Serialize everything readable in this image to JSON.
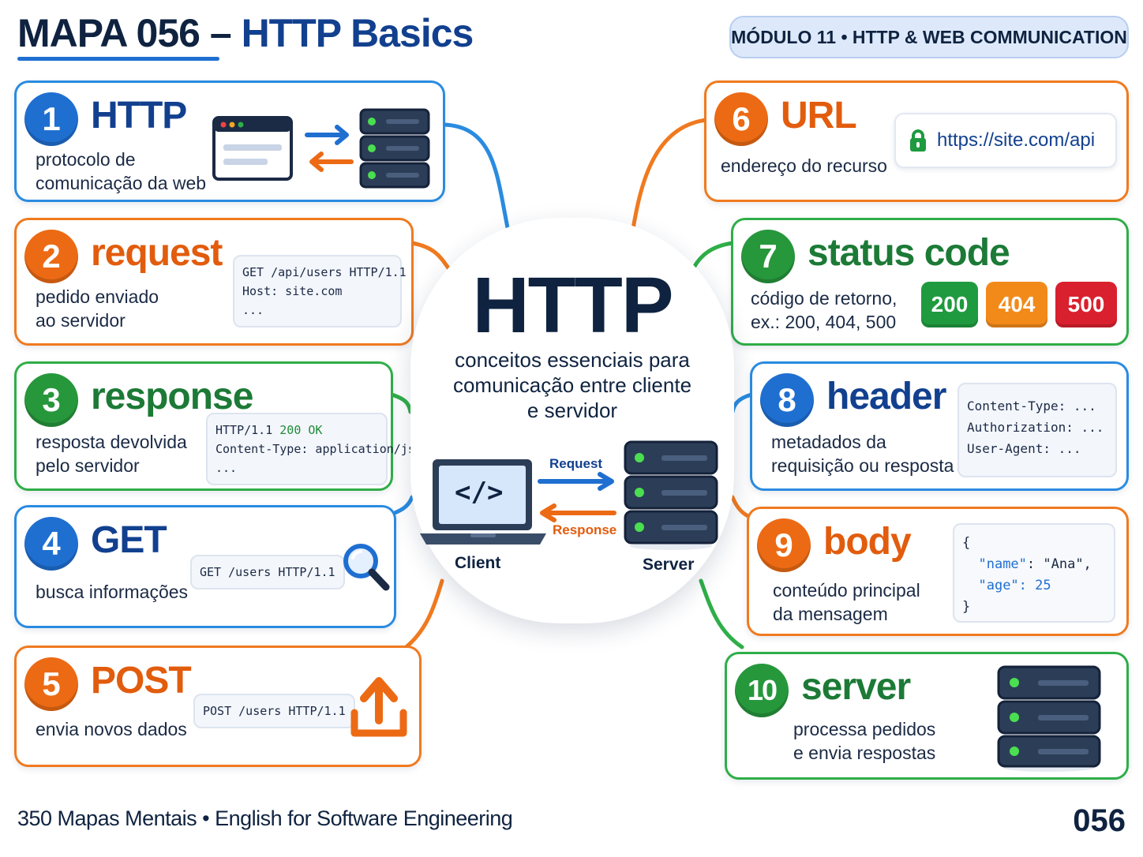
{
  "header": {
    "title_prefix": "MAPA 056 –",
    "title_main": "HTTP Basics",
    "module": "MÓDULO 11 • HTTP & WEB COMMUNICATION"
  },
  "center": {
    "title": "HTTP",
    "subtitle": "conceitos essenciais para\ncomunicação entre cliente\ne servidor",
    "client_label": "Client",
    "server_label": "Server",
    "request_label": "Request",
    "response_label": "Response",
    "code_glyph": "</>"
  },
  "cards": {
    "c1": {
      "number": "1",
      "title": "HTTP",
      "desc": "protocolo de\ncomunicação da web"
    },
    "c2": {
      "number": "2",
      "title": "request",
      "desc": "pedido enviado\nao servidor",
      "code": [
        "GET /api/users HTTP/1.1",
        "Host: site.com",
        "..."
      ]
    },
    "c3": {
      "number": "3",
      "title": "response",
      "desc": "resposta devolvida\npelo servidor",
      "code_prefix": "HTTP/1.1 ",
      "code_status": "200 OK",
      "code": [
        "Content-Type: application/json",
        "..."
      ]
    },
    "c4": {
      "number": "4",
      "title": "GET",
      "desc": "busca informações",
      "code": "GET /users HTTP/1.1"
    },
    "c5": {
      "number": "5",
      "title": "POST",
      "desc": "envia novos dados",
      "code": "POST /users HTTP/1.1"
    },
    "c6": {
      "number": "6",
      "title": "URL",
      "desc": "endereço do recurso",
      "url": "https://site.com/api"
    },
    "c7": {
      "number": "7",
      "title": "status code",
      "desc": "código de retorno,\nex.: 200, 404, 500",
      "codes": [
        "200",
        "404",
        "500"
      ]
    },
    "c8": {
      "number": "8",
      "title": "header",
      "desc": "metadados da\nrequisição ou resposta",
      "code": [
        "Content-Type: ...",
        "Authorization: ...",
        "User-Agent: ..."
      ]
    },
    "c9": {
      "number": "9",
      "title": "body",
      "desc": "conteúdo principal\nda mensagem",
      "code": {
        "open": "{",
        "k1": "\"name\"",
        "v1": ": \"Ana\",",
        "k2": "\"age\"",
        "v2": ": 25",
        "close": "}"
      }
    },
    "c10": {
      "number": "10",
      "title": "server",
      "desc": "processa pedidos\ne envia respostas"
    }
  },
  "footer": {
    "left": "350 Mapas Mentais • English for Software Engineering",
    "right": "056"
  },
  "colors": {
    "blue": "#1f6fd1",
    "orange": "#ec6a14",
    "green": "#27973c",
    "navy": "#0f2340",
    "status_200": "#1f9a3f",
    "status_404": "#f28a1a",
    "status_500": "#d9202e"
  },
  "icons": [
    "browser-window-icon",
    "server-rack-icon",
    "magnifier-icon",
    "upload-icon",
    "lock-icon",
    "laptop-icon"
  ]
}
